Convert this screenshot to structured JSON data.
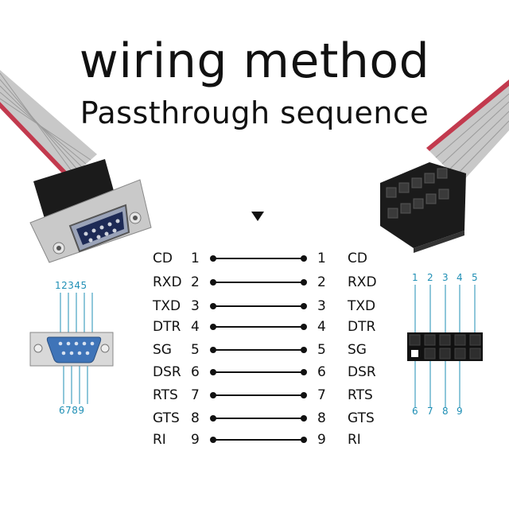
{
  "title": "wiring method",
  "subtitle": "Passthrough sequence",
  "pins": [
    {
      "left_num": "1",
      "left_name": "CD",
      "right_num": "1",
      "right_name": "CD"
    },
    {
      "left_num": "2",
      "left_name": "RXD",
      "right_num": "2",
      "right_name": "RXD"
    },
    {
      "left_num": "3",
      "left_name": "TXD",
      "right_num": "3",
      "right_name": "TXD"
    },
    {
      "left_num": "4",
      "left_name": "DTR",
      "right_num": "4",
      "right_name": "DTR"
    },
    {
      "left_num": "5",
      "left_name": "SG",
      "right_num": "5",
      "right_name": "SG"
    },
    {
      "left_num": "6",
      "left_name": "DSR",
      "right_num": "6",
      "right_name": "DSR"
    },
    {
      "left_num": "7",
      "left_name": "RTS",
      "right_num": "7",
      "right_name": "RTS"
    },
    {
      "left_num": "8",
      "left_name": "GTS",
      "right_num": "8",
      "right_name": "GTS"
    },
    {
      "left_num": "9",
      "left_name": "RI",
      "right_num": "9",
      "right_name": "RI"
    }
  ],
  "db9_labels": {
    "top": "12345",
    "bottom": "6789"
  },
  "header_labels": {
    "top": [
      "1",
      "2",
      "3",
      "4",
      "5"
    ],
    "bottom": [
      "6",
      "7",
      "8",
      "9"
    ]
  },
  "colors": {
    "label_blue": "#1f8fb5",
    "ribbon_grey": "#b9b9b9",
    "ribbon_red": "#c23a4e",
    "connector_black": "#1b1b1b"
  },
  "icons": [
    "db9-male-connector-photo",
    "idc-female-header-photo",
    "db9-pinout-icon",
    "header-pinout-icon",
    "down-arrow-icon"
  ]
}
